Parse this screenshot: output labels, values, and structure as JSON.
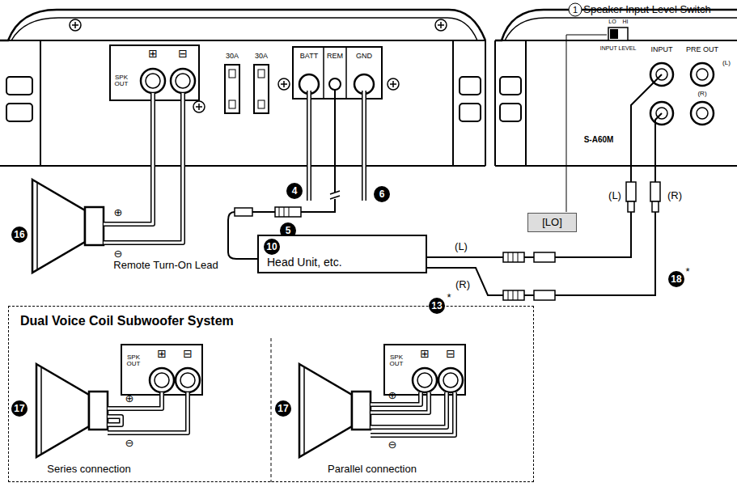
{
  "diagram": {
    "nodes": [
      {
        "text": [
          "Dual Voice Coil Subwoofer System"
        ]
      },
      {
        "text": [
          "10",
          "Head Unit, etc."
        ]
      },
      {
        "text": [
          "[LO]"
        ]
      }
    ],
    "labels": [
      "1",
      "Speaker Input Level Switch",
      "⊞",
      "⊟",
      "SPK OUT",
      "30A",
      "30A",
      "BATT",
      "REM",
      "GND",
      "LO",
      "HI",
      "INPUT LEVEL",
      "INPUT",
      "PRE OUT",
      "(L)",
      "(R)",
      "S-A60M",
      "4",
      "5",
      "6",
      "(L)",
      "(R)",
      "16",
      "⊕",
      "⊖",
      "Remote Turn-On Lead",
      "13",
      "*",
      "(L)",
      "(R)",
      "18",
      "*",
      "SPK OUT",
      "⊞",
      "⊟",
      "17",
      "⊕",
      "⊖",
      "Series connection",
      "SPK OUT",
      "⊞",
      "⊟",
      "17",
      "⊕",
      "⊖",
      "Parallel connection"
    ]
  }
}
